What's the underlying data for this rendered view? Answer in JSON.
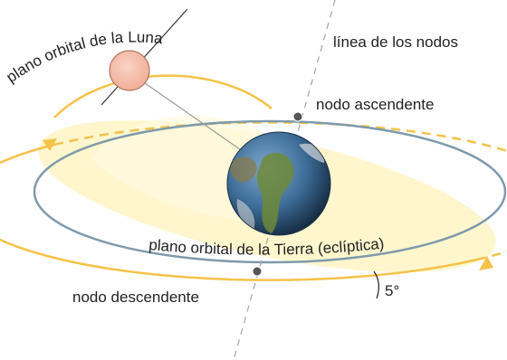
{
  "labels": {
    "moon_orbit_plane": "plano orbital de la Luna",
    "line_of_nodes": "línea de los nodos",
    "ascending_node": "nodo ascendente",
    "descending_node": "nodo descendente",
    "earth_orbit_plane": "plano orbital de la Tierra (eclíptica)",
    "inclination": "5°"
  },
  "colors": {
    "moon_orbit": "#f5c24a",
    "moon_plane_fill": "#fff4c6",
    "earth_orbit": "#7f9aab",
    "moon_fill": "#f6c3ae",
    "node_line": "#aaaaaa",
    "earth_ocean": "#3d6d98",
    "earth_land": "#6f8a3a"
  }
}
